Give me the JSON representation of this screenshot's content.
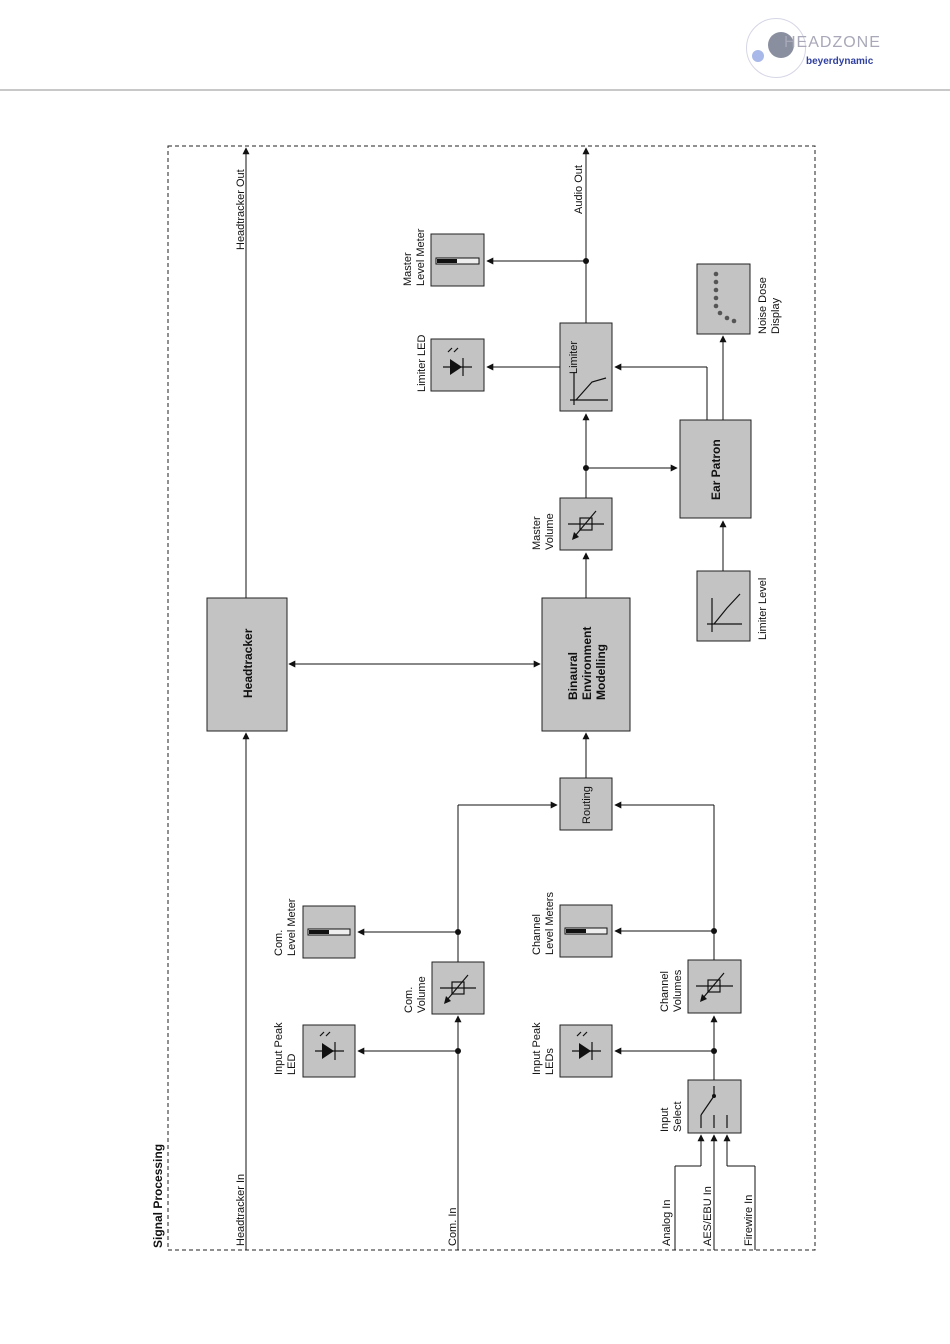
{
  "header": {
    "logo_text": "HEADZONE",
    "logo_sub": "beyerdynamic",
    "logo_icon": "headzone-logo-icon"
  },
  "diagram": {
    "title": "Signal Processing",
    "inputs": {
      "headtracker_in": "Headtracker In",
      "com_in": "Com. In",
      "analog_in": "Analog In",
      "aes_ebu_in": "AES/EBU In",
      "firewire_in": "Firewire In"
    },
    "outputs": {
      "headtracker_out": "Headtracker Out",
      "audio_out": "Audio Out"
    },
    "blocks": {
      "headtracker": "Headtracker",
      "binaural_1": "Binaural",
      "binaural_2": "Environment",
      "binaural_3": "Modelling",
      "routing": "Routing",
      "ear_patron": "Ear Patron",
      "limiter": "Limiter"
    },
    "labels": {
      "input_peak_led_1": "Input Peak",
      "input_peak_led_2": "LED",
      "com_level_meter_1": "Com.",
      "com_level_meter_2": "Level Meter",
      "com_volume_1": "Com.",
      "com_volume_2": "Volume",
      "input_peak_leds_1": "Input Peak",
      "input_peak_leds_2": "LEDs",
      "channel_level_meters_1": "Channel",
      "channel_level_meters_2": "Level Meters",
      "channel_volumes_1": "Channel",
      "channel_volumes_2": "Volumes",
      "input_select_1": "Input",
      "input_select_2": "Select",
      "master_volume_1": "Master",
      "master_volume_2": "Volume",
      "limiter_led": "Limiter LED",
      "master_level_meter_1": "Master",
      "master_level_meter_2": "Level Meter",
      "noise_dose_1": "Noise Dose",
      "noise_dose_2": "Display",
      "limiter_level": "Limiter Level"
    }
  }
}
